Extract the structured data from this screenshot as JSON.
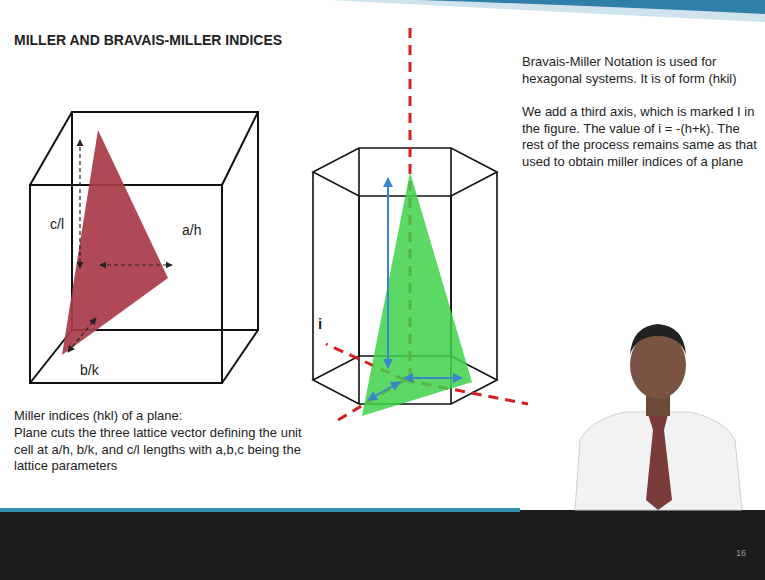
{
  "diagram": {
    "title": "MILLER AND BRAVAIS-MILLER INDICES",
    "labels": [
      "c/l",
      "a/h",
      "b/k",
      "i",
      "Bravais-Miller Notation is used for hexagonal systems. It is of form (hkil)",
      "We add a third axis, which is marked I in the figure. The value of i = -(h+k). The rest of the process remains same as that used to obtain miller indices of a plane",
      "Miller indices (hkl) of a plane:",
      "Plane cuts the three lattice vector defining the unit cell at a/h, b/k, and c/l lengths with a,b,c being the lattice parameters",
      "16"
    ]
  }
}
